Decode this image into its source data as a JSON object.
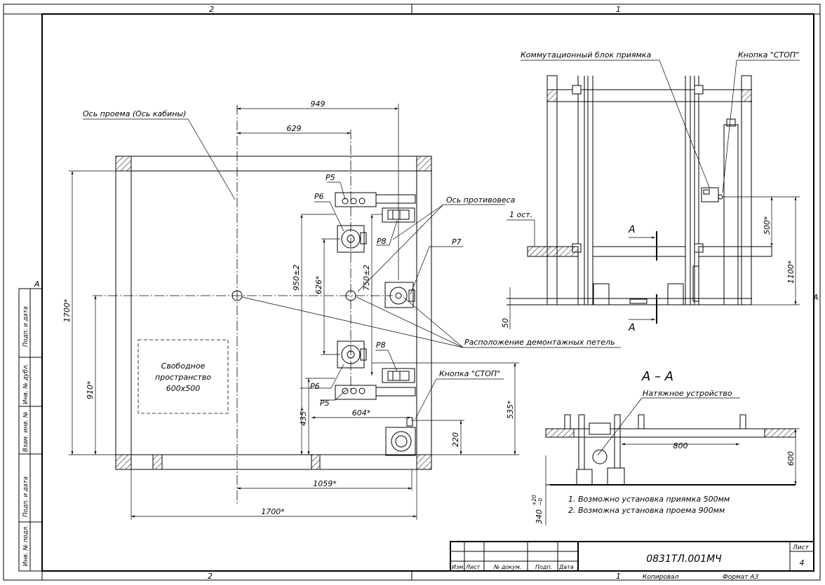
{
  "zones": {
    "top_left": "2",
    "top_right": "1",
    "bottom_left": "2",
    "bottom_right": "1",
    "left": "A",
    "right": "A"
  },
  "plan": {
    "opening_axis": "Ось проема (Ось кабины)",
    "counterweight_axis": "Ось противовеса",
    "dismantling_loops": "Расположение демонтажных петель",
    "free_space": [
      "Свободное",
      "пространство",
      "600x500"
    ],
    "stop_button": "Кнопка \"СТОП\"",
    "labels": {
      "p5_top": "P5",
      "p6_top": "P6",
      "p7": "P7",
      "p8_top": "P8",
      "p8_bottom": "P8",
      "p6_bottom": "P6",
      "p5_bottom": "P5"
    },
    "dims": {
      "d949": "949",
      "d629": "629",
      "d1700v": "1700*",
      "d910": "910*",
      "d950": "950±2",
      "d626": "626*",
      "d750": "750±2",
      "d435": "435*",
      "d604": "604*",
      "d535": "535*",
      "d220": "220",
      "d1059": "1059*",
      "d1700h": "1700*"
    }
  },
  "elevation": {
    "pit_block": "Коммутационный блок приямка",
    "stop_button": "Кнопка \"СТОП\"",
    "floor": "1 ост.",
    "section_mark": "A",
    "dims": {
      "d500": "500*",
      "d1100": "1100*",
      "d50": "50"
    }
  },
  "section": {
    "title": "A – A",
    "tension": "Натяжное устройство",
    "dims": {
      "d800": "800",
      "d600": "600",
      "d340": "340",
      "tol_up": "+20",
      "tol_dn": "−0"
    }
  },
  "notes": [
    "1.  Возможно установка приямка 500мм",
    "2. Возможна установка проема 900мм"
  ],
  "side_stamps": [
    "Подп. и дата",
    "Инв. № дубл.",
    "Взам. инв. №",
    "Подп. и дата",
    "Инв. № подл."
  ],
  "title_block": {
    "designation": "0831ТЛ.001МЧ",
    "sheet_label": "Лист",
    "sheet_no": "4",
    "cols": [
      "Изм.",
      "Лист",
      "№ докум.",
      "Подп.",
      "Дата"
    ],
    "copied": "Копировал",
    "format": "Формат А3"
  }
}
